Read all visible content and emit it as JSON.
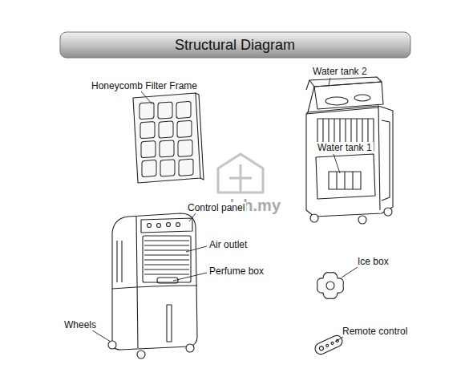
{
  "diagram": {
    "title": "Structural Diagram",
    "labels": [
      "Honeycomb Filter Frame",
      "Water tank 2",
      "Water tank 1",
      "mudah.my",
      "Control panel",
      "Air outlet",
      "Perfume box",
      "Ice box",
      "Wheels",
      "Remote control"
    ]
  }
}
